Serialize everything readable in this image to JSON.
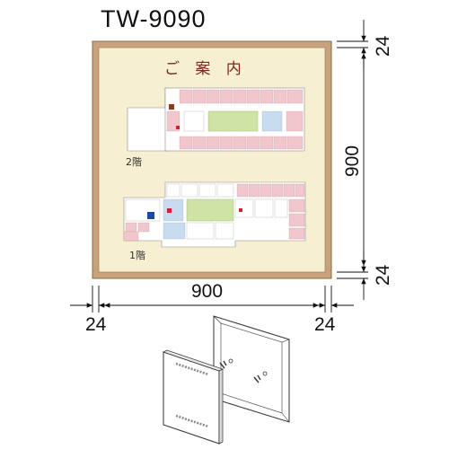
{
  "model": "TW-9090",
  "sign_title": "ご 案 内",
  "floors": {
    "upper": "2階",
    "lower": "1階"
  },
  "dimensions": {
    "width": "900",
    "height": "900",
    "frame_top": "24",
    "frame_bottom": "24",
    "frame_left": "24",
    "frame_right": "24"
  },
  "colors": {
    "frame": "#c8a27a",
    "panel": "#f6efd2",
    "title": "#7a2a1a",
    "room_pink": "#f2c6cd",
    "room_green": "#cfe3a4",
    "room_blue": "#c7dcef",
    "room_white": "#ffffff"
  }
}
